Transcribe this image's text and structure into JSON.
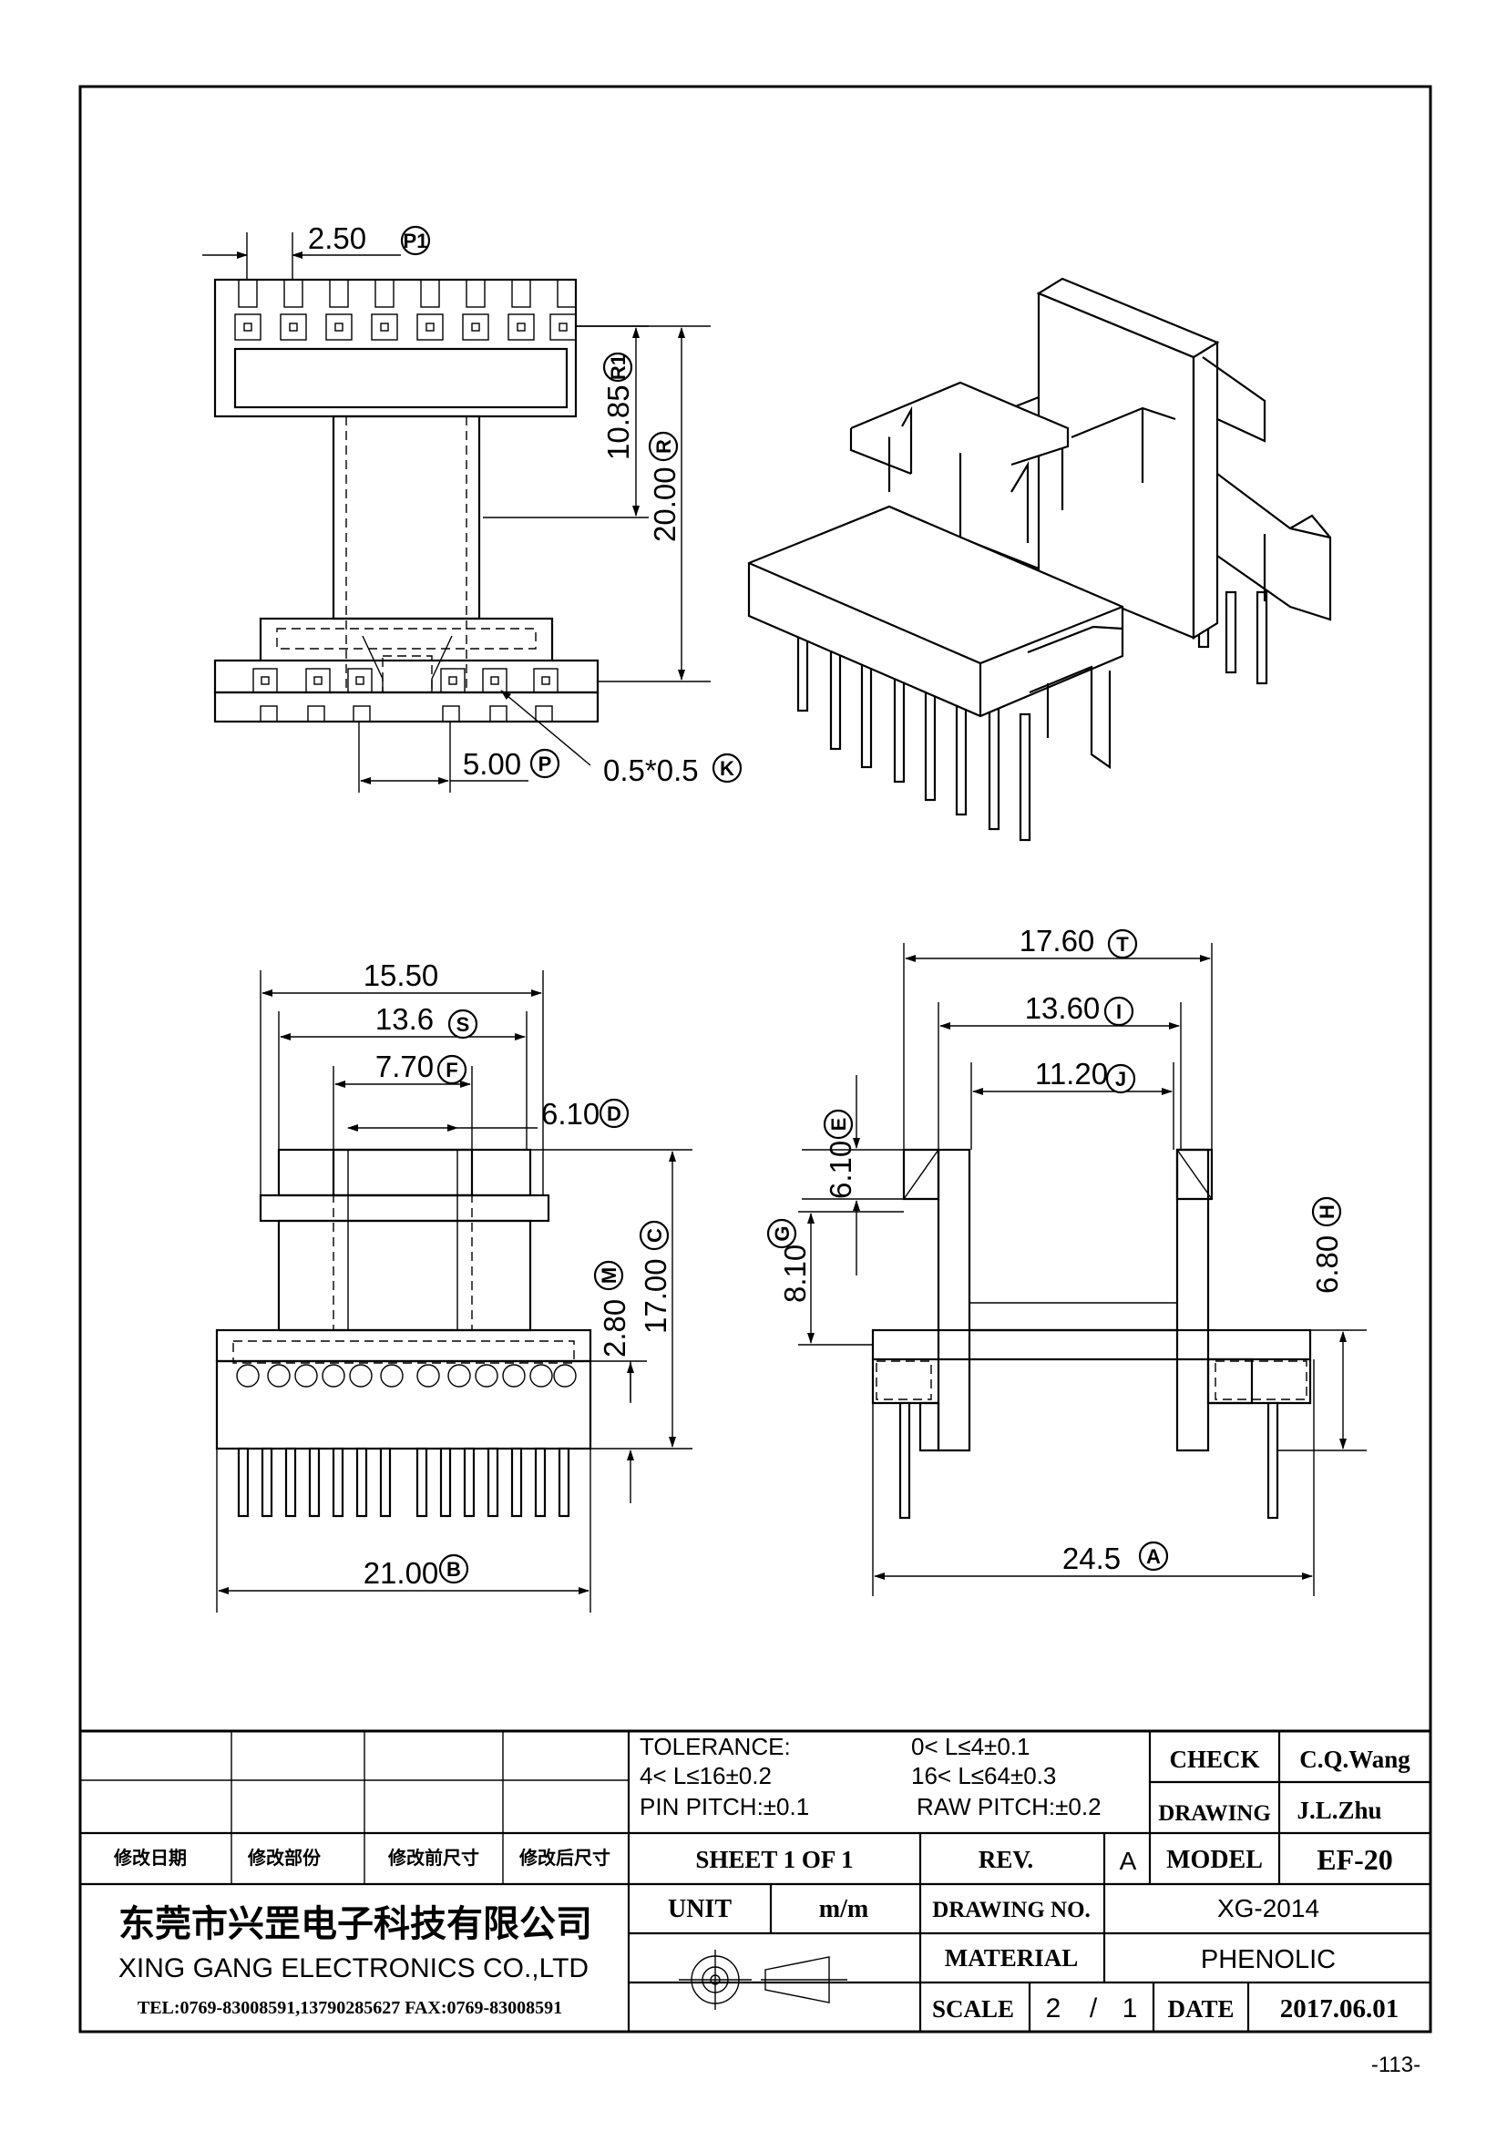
{
  "dimensions": {
    "pitch_p1": {
      "value": "2.50",
      "letter": "P1"
    },
    "r1": {
      "value": "10.85",
      "letter": "R1"
    },
    "r": {
      "value": "20.00",
      "letter": "R"
    },
    "pitch_p": {
      "value": "5.00",
      "letter": "P"
    },
    "k": {
      "value": "0.5*0.5",
      "letter": "K"
    },
    "width_1550": {
      "value": "15.50"
    },
    "s": {
      "value": "13.6",
      "letter": "S"
    },
    "f": {
      "value": "7.70",
      "letter": "F"
    },
    "d": {
      "value": "6.10",
      "letter": "D"
    },
    "c": {
      "value": "17.00",
      "letter": "C"
    },
    "m": {
      "value": "2.80",
      "letter": "M"
    },
    "b": {
      "value": "21.00",
      "letter": "B"
    },
    "t": {
      "value": "17.60",
      "letter": "T"
    },
    "i": {
      "value": "13.60",
      "letter": "I"
    },
    "j": {
      "value": "11.20",
      "letter": "J"
    },
    "e": {
      "value": "6.10",
      "letter": "E"
    },
    "g": {
      "value": "8.10",
      "letter": "G"
    },
    "h": {
      "value": "6.80",
      "letter": "H"
    },
    "a": {
      "value": "24.5",
      "letter": "A"
    }
  },
  "title_block": {
    "revision_headers": [
      "修改日期",
      "修改部份",
      "修改前尺寸",
      "修改后尺寸"
    ],
    "tolerance_label": "TOLERANCE:",
    "tol_1": "0< L≤4±0.1",
    "tol_2": "4< L≤16±0.2",
    "tol_3": "16< L≤64±0.3",
    "pin_pitch": "PIN PITCH:±0.1",
    "raw_pitch": "RAW PITCH:±0.2",
    "check_label": "CHECK",
    "check_value": "C.Q.Wang",
    "drawing_label": "DRAWING",
    "drawing_value": "J.L.Zhu",
    "sheet": "SHEET 1 OF 1",
    "rev_label": "REV.",
    "rev_value": "A",
    "model_label": "MODEL",
    "model_value": "EF-20",
    "company_cn": "东莞市兴罡电子科技有限公司",
    "company_en": "XING GANG ELECTRONICS CO.,LTD",
    "contact": "TEL:0769-83008591,13790285627 FAX:0769-83008591",
    "unit_label": "UNIT",
    "unit_value": "m/m",
    "drawing_no_label": "DRAWING NO.",
    "drawing_no_value": "XG-2014",
    "material_label": "MATERIAL",
    "material_value": "PHENOLIC",
    "scale_label": "SCALE",
    "scale_num": "2",
    "scale_sep": "/",
    "scale_den": "1",
    "date_label": "DATE",
    "date_value": "2017.06.01"
  },
  "page_number": "-113-"
}
